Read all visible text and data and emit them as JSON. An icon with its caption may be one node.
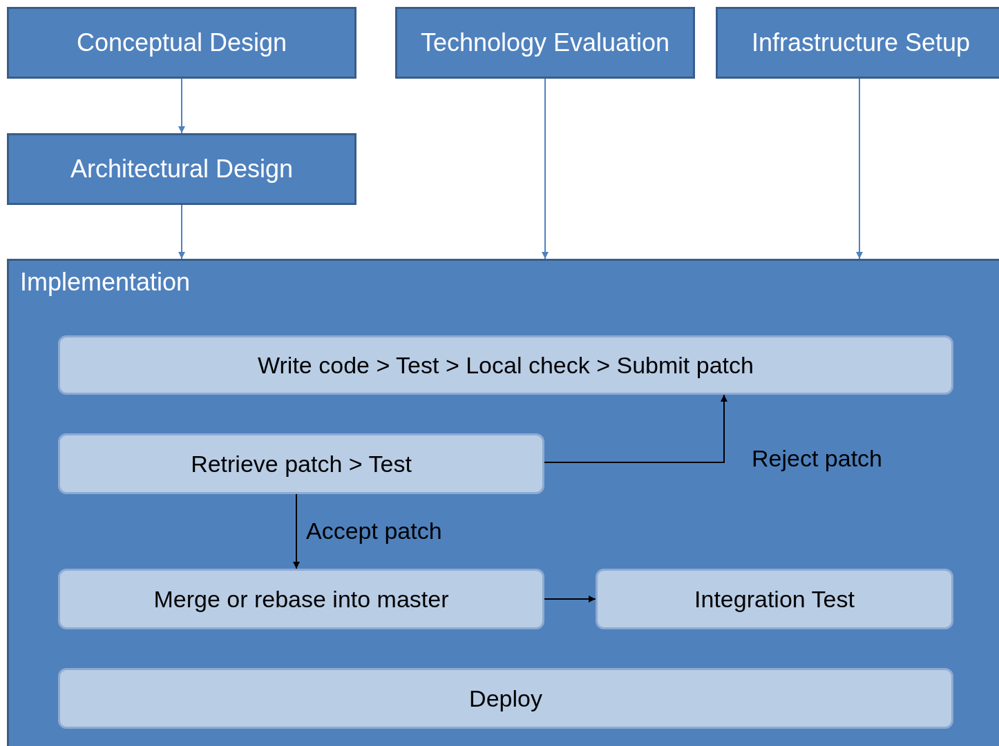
{
  "diagram": {
    "nodes": [
      {
        "text": [
          "Conceptual Design"
        ]
      },
      {
        "text": [
          "Technology Evaluation"
        ]
      },
      {
        "text": [
          "Infrastructure Setup"
        ]
      },
      {
        "text": [
          "Architectural Design"
        ]
      },
      {
        "text": [
          "Implementation"
        ]
      },
      {
        "text": [
          "Write code > Test > Local check > Submit patch"
        ],
        "in": 4
      },
      {
        "text": [
          "Retrieve patch > Test"
        ],
        "in": 4
      },
      {
        "text": [
          "Merge or rebase into master"
        ],
        "in": 4
      },
      {
        "text": [
          "Integration Test"
        ],
        "in": 4
      },
      {
        "text": [
          "Deploy"
        ],
        "in": 4
      }
    ],
    "edges": [
      {
        "from": 0,
        "to": 3,
        "arrow": "to"
      },
      {
        "from": 3,
        "to": 4,
        "arrow": "to"
      },
      {
        "from": 1,
        "to": 4,
        "arrow": "to"
      },
      {
        "from": 2,
        "to": 4,
        "arrow": "to"
      },
      {
        "from": 6,
        "to": 5,
        "arrow": "to",
        "label": "Reject patch",
        "color": "#000000"
      },
      {
        "from": 6,
        "to": 7,
        "arrow": "to",
        "label": "Accept patch",
        "color": "#000000"
      },
      {
        "from": 7,
        "to": 8,
        "arrow": "to",
        "color": "#000000"
      }
    ]
  }
}
